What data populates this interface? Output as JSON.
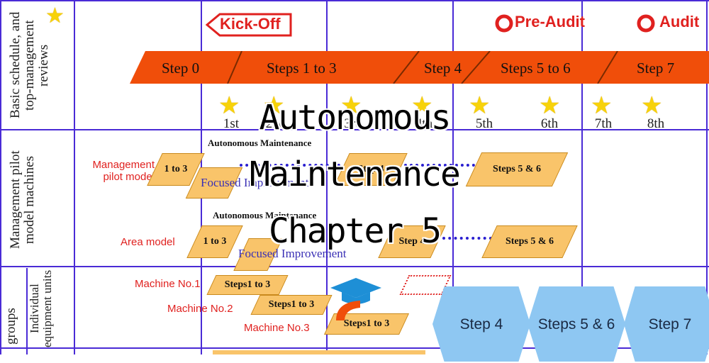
{
  "rows": {
    "basic": "Basic schedule, and top-management reviews",
    "pilot": "Management pilot model machines",
    "groups": "groups",
    "individual": "Individual equipment units"
  },
  "milestones": {
    "kickoff": "Kick-Off",
    "preaudit": "Pre-Audit",
    "audit": "Audit"
  },
  "band": [
    "Step 0",
    "Steps 1 to 3",
    "Step 4",
    "Steps 5 to 6",
    "Step 7"
  ],
  "reviews": [
    "1st",
    "2nd",
    "3rd",
    "4th",
    "5th",
    "6th",
    "7th",
    "8th"
  ],
  "pilot": {
    "management_label": "Management pilot model",
    "area_label": "Area model",
    "am_title": "Autonomous Maintenance",
    "fi_title": "Focused Improvement",
    "steps_1_3": "1 to 3",
    "step_4": "Step 4",
    "steps_5_6": "Steps 5 & 6"
  },
  "machines": [
    {
      "label": "Machine No.1",
      "step": "Steps1 to 3"
    },
    {
      "label": "Machine No.2",
      "step": "Steps1 to 3"
    },
    {
      "label": "Machine No.3",
      "step": "Steps1 to 3"
    }
  ],
  "hexes": [
    "Step 4",
    "Steps 5 & 6",
    "Step 7"
  ],
  "overlay": {
    "line1": "Autonomous",
    "line2": "Maintenance",
    "line3": "Chapter 5"
  },
  "colors": {
    "grid": "#4a2bd6",
    "band": "#f04e0a",
    "step_box": "#f9c46a",
    "red_text": "#e0211f",
    "hex": "#8ec7f2",
    "star": "#f7d20a"
  }
}
